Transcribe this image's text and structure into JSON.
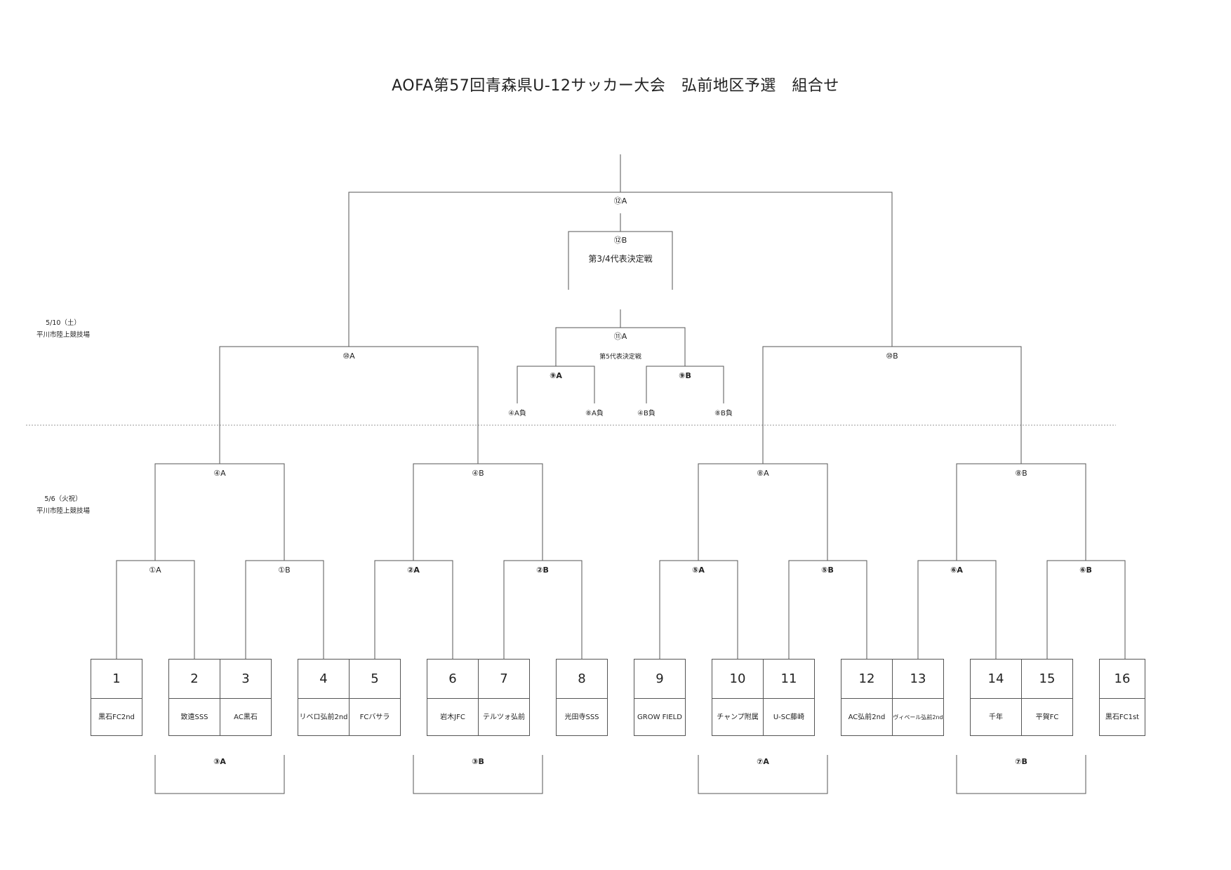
{
  "title": "AOFA第57回青森県U-12サッカー大会　弘前地区予選　組合せ",
  "schedule": {
    "final_day": {
      "date": "5/10（土）",
      "venue": "平川市陸上競技場"
    },
    "first_day": {
      "date": "5/6（火祝）",
      "venue": "平川市陸上競技場"
    }
  },
  "teams": [
    {
      "seed": "1",
      "name": "黒石FC2nd"
    },
    {
      "seed": "2",
      "name": "致遠SSS"
    },
    {
      "seed": "3",
      "name": "AC黒石"
    },
    {
      "seed": "4",
      "name": "リベロ弘前2nd"
    },
    {
      "seed": "5",
      "name": "FCバサラ"
    },
    {
      "seed": "6",
      "name": "岩木JFC"
    },
    {
      "seed": "7",
      "name": "テルツォ弘前"
    },
    {
      "seed": "8",
      "name": "光田寺SSS"
    },
    {
      "seed": "9",
      "name": "GROW FIELD"
    },
    {
      "seed": "10",
      "name": "チャンプ附属"
    },
    {
      "seed": "11",
      "name": "U-SC藤崎"
    },
    {
      "seed": "12",
      "name": "AC弘前2nd"
    },
    {
      "seed": "13",
      "name": "ヴィペール弘前2nd"
    },
    {
      "seed": "14",
      "name": "千年"
    },
    {
      "seed": "15",
      "name": "平賀FC"
    },
    {
      "seed": "16",
      "name": "黒石FC1st"
    }
  ],
  "matches": {
    "r1": [
      "①A",
      "①B",
      "②A",
      "②B",
      "⑤A",
      "⑤B",
      "⑥A",
      "⑥B"
    ],
    "r2": [
      "④A",
      "④B",
      "⑧A",
      "⑧B"
    ],
    "semis": [
      "⑩A",
      "⑩B"
    ],
    "final": "⑫A",
    "third_place": {
      "label": "⑫B",
      "title": "第3/4代表決定戦"
    },
    "fifth_place": {
      "label": "⑪A",
      "title": "第5代表決定戦"
    },
    "fifth_semis": [
      "⑨A",
      "⑨B"
    ],
    "fifth_entrants": [
      "④A負",
      "⑧A負",
      "④B負",
      "⑧B負"
    ],
    "consolation": [
      "③A",
      "③B",
      "⑦A",
      "⑦B"
    ]
  },
  "colors": {
    "line": "#555555",
    "dotted": "#999999"
  }
}
